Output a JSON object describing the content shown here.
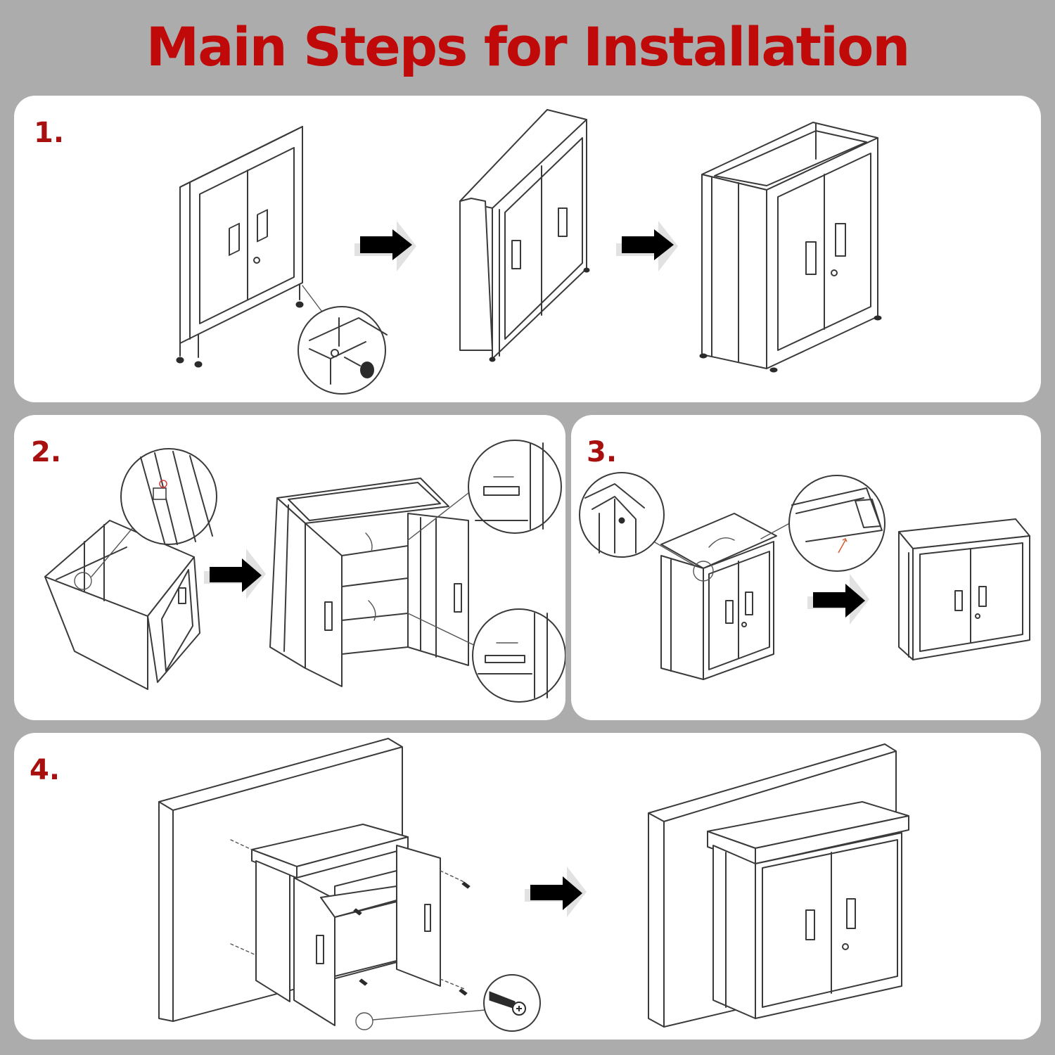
{
  "title": "Main Steps for Installation",
  "colors": {
    "title": "#c00a0a",
    "step_number": "#a80f0f",
    "background": "#acacac",
    "panel": "#ffffff",
    "arrow": "#000000"
  },
  "steps": [
    {
      "number": "1."
    },
    {
      "number": "2."
    },
    {
      "number": "3."
    },
    {
      "number": "4."
    }
  ]
}
